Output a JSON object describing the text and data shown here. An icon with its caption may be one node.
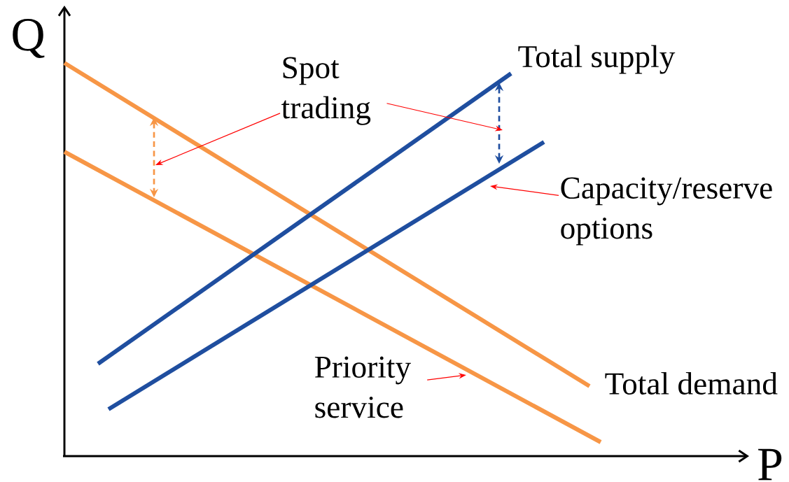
{
  "diagram": {
    "nodes": [
      {
        "text": [
          "Spot trading"
        ]
      },
      {
        "text": [
          "Capacity/reserve options"
        ]
      },
      {
        "text": [
          "Priority service"
        ]
      }
    ],
    "edges": [
      {
        "from": 0,
        "to": null,
        "arrow": "to"
      },
      {
        "from": 0,
        "to": null,
        "arrow": "to"
      },
      {
        "from": 1,
        "to": null,
        "arrow": "to"
      },
      {
        "from": 2,
        "to": null,
        "arrow": "to"
      }
    ],
    "labels": [
      "Q",
      "Total supply",
      "Total demand",
      "P"
    ]
  }
}
